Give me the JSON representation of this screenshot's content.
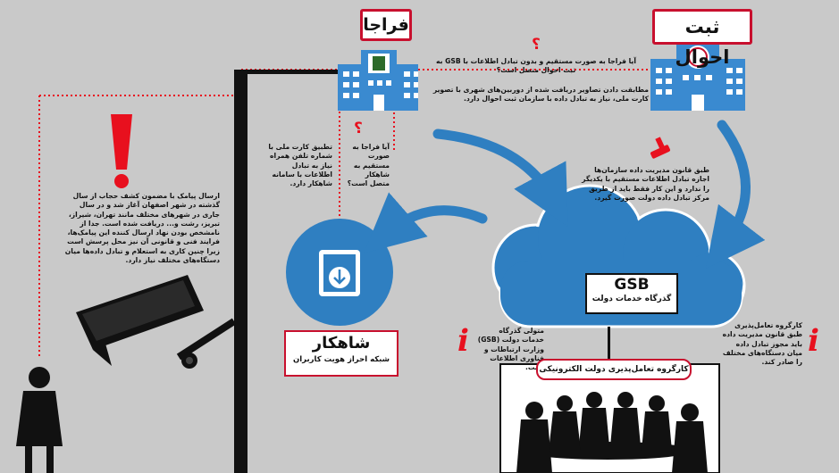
{
  "faraja": {
    "title": "فراجا"
  },
  "sabt": {
    "title": "ثبت احوال"
  },
  "q_top": {
    "text": "آیا فراجا به صورت مستقیم و بدون تبادل اطلاعات با GSB به ثبت احوال متصل است؟"
  },
  "match_text": {
    "text": "مطابقت دادن تصاویر دریافت شده از دوربین‌های شهری با تصویر کارت ملی، نیاز به تبادل داده با سازمان ثبت احوال دارد."
  },
  "card_text": {
    "text": "تطبیق کارت ملی با شماره تلفن همراه نیاز به تبادل اطلاعات با سامانه شاهکار دارد."
  },
  "q_mid": {
    "text": "آیا فراجا به صورت مستقیم به شاهکار متصل است؟"
  },
  "sms_text": {
    "text": "ارسال پیامک با مضمون کشف حجاب از سال گذشته در شهر اصفهان آغاز شد و در سال جاری در شهرهای مختلف مانند تهران، شیراز، تبریز، رشت و... دریافت شده است. جدا از نامشخص بودن نهاد ارسال کننده این پیامک‌ها، فرایند فنی و قانونی آن نیز محل پرسش است زیرا چنین کاری به استعلام و تبادل داده‌ها میان دستگاه‌های مختلف نیاز دارد."
  },
  "law_text": {
    "text": "طبق قانون مدیریت داده سازمان‌ها اجازه تبادل اطلاعات مستقیم با یکدیگر را ندارد و این کار فقط باید از طریق مرکز تبادل داده دولت صورت گیرد."
  },
  "gsb": {
    "label": "GSB",
    "sublabel": "گذرگاه خدمات دولت"
  },
  "shahkar": {
    "title": "شاهکار",
    "subtitle": "شبکه احراز هویت کاربران"
  },
  "gsb_owner": {
    "text": "متولی گذرگاه خدمات دولت (GSB) وزارت ارتباطات و فناوری اطلاعات است."
  },
  "workgroup": {
    "title": "کارگروه تعامل‌پذیری دولت الکترونیکی"
  },
  "workgroup_text": {
    "text": "کارگروه تعامل‌پذیری طبق قانون مدیریت داده باید مجوز تبادل داده میان دستگاه‌های مختلف را صادر کند."
  },
  "marks": {
    "question": "؟",
    "info": "i",
    "exclaim": "!"
  },
  "colors": {
    "accent": "#e8101e",
    "cloud": "#2f7fc1",
    "building": "#3a8ad0",
    "background": "#c9c9c9",
    "dark": "#111111"
  }
}
